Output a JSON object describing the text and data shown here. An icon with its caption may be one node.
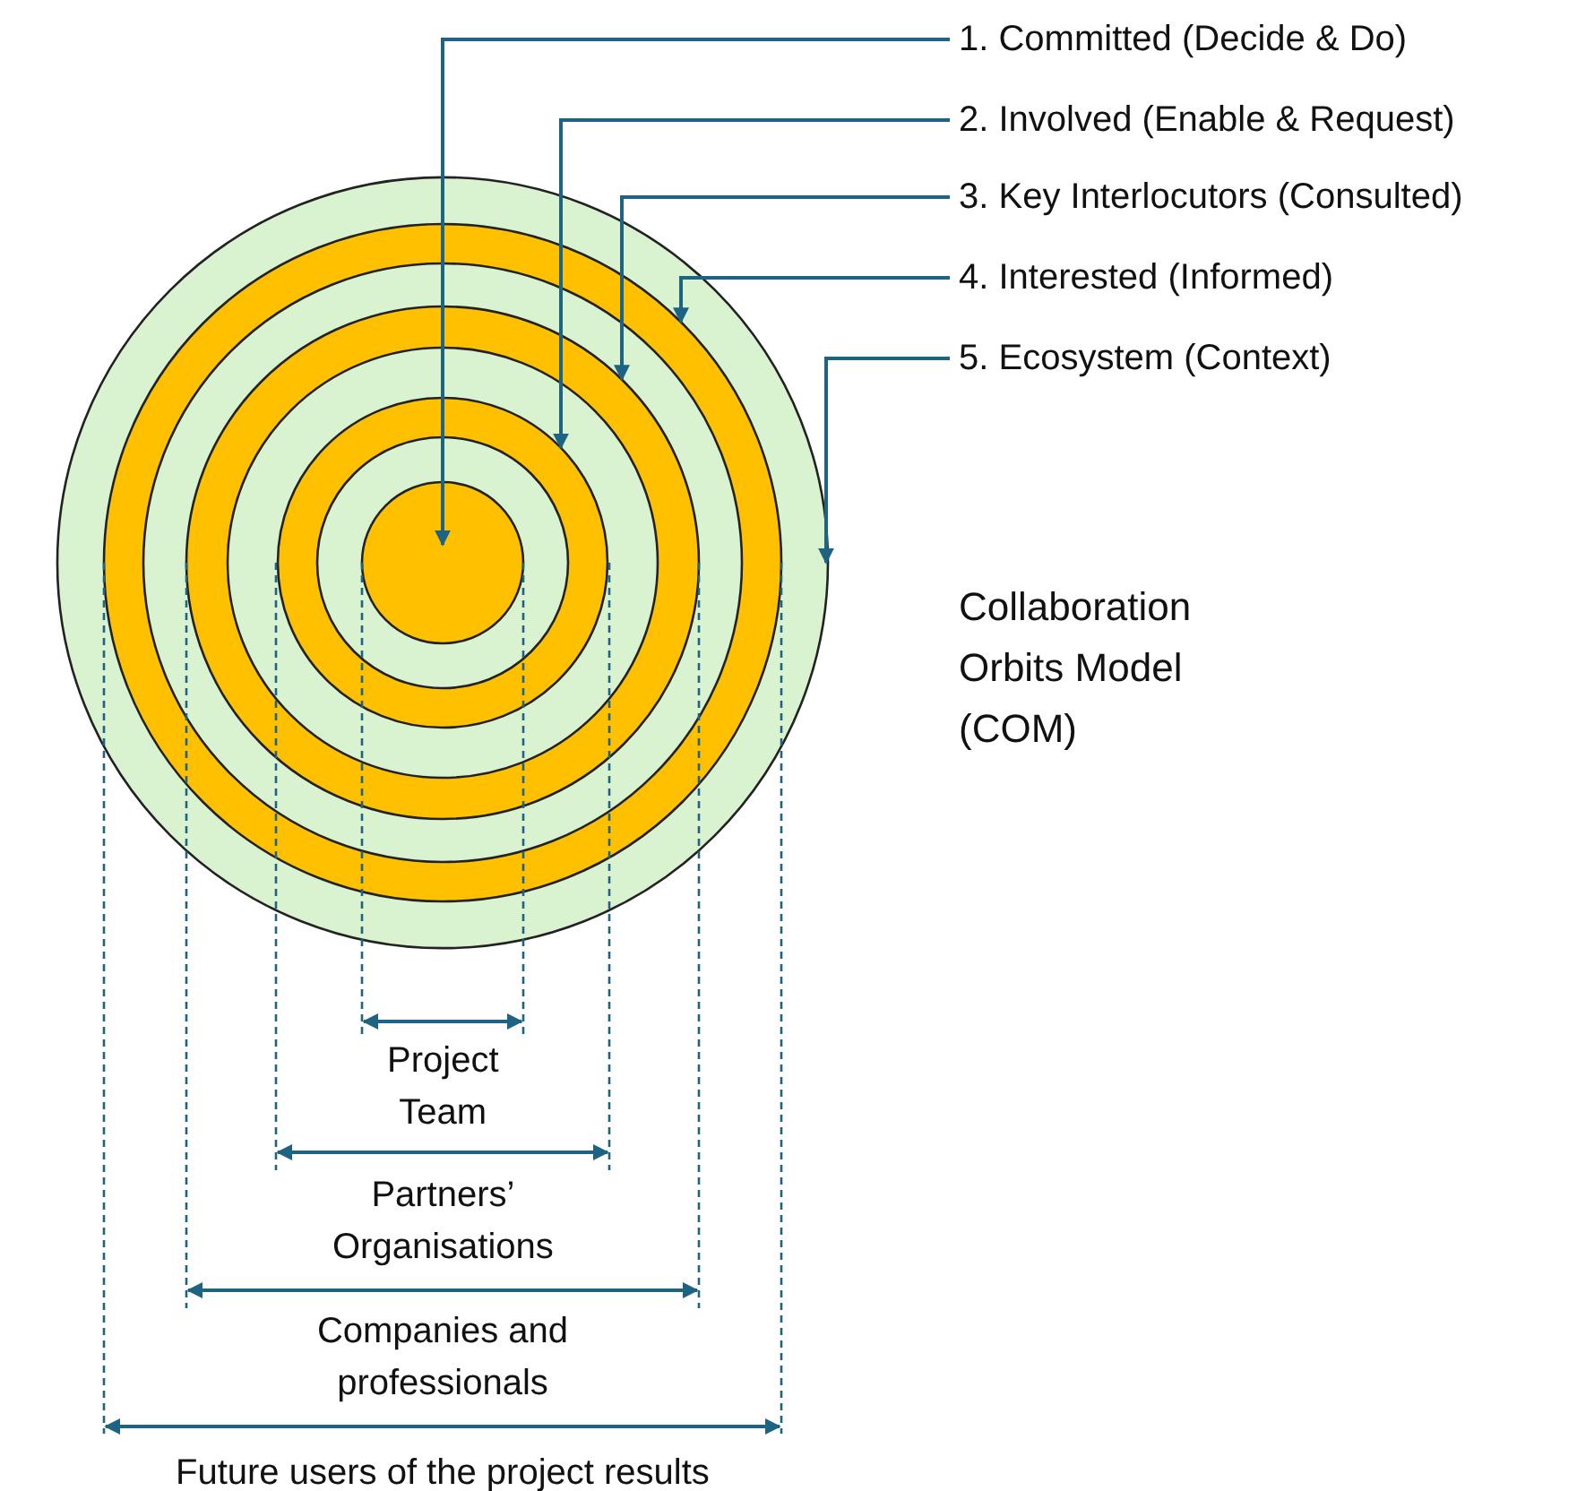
{
  "diagram": {
    "nodes": [
      {
        "text": [],
        "shape": "circle"
      },
      {
        "text": [],
        "shape": "circle",
        "in": 0
      },
      {
        "text": [],
        "shape": "circle",
        "in": 1
      },
      {
        "text": [],
        "shape": "circle",
        "in": 2
      },
      {
        "text": [],
        "shape": "circle",
        "in": 3
      },
      {
        "text": [
          "1. Committed (Decide & Do)"
        ]
      },
      {
        "text": [
          "2. Involved (Enable & Request)"
        ]
      },
      {
        "text": [
          "3. Key Interlocutors (Consulted)"
        ]
      },
      {
        "text": [
          "4. Interested (Informed)"
        ]
      },
      {
        "text": [
          "5. Ecosystem (Context)"
        ]
      }
    ],
    "edges": [
      {
        "from": 5,
        "to": 4,
        "arrow": "to"
      },
      {
        "from": 6,
        "to": 3,
        "arrow": "to"
      },
      {
        "from": 7,
        "to": 2,
        "arrow": "to"
      },
      {
        "from": 8,
        "to": 1,
        "arrow": "to"
      },
      {
        "from": 9,
        "to": 0,
        "arrow": "to"
      }
    ],
    "labels": [
      "Collaboration Orbits Model (COM)",
      "Project Team",
      "Partners’ Organisations",
      "Companies and professionals",
      "Future users of the project results"
    ]
  }
}
